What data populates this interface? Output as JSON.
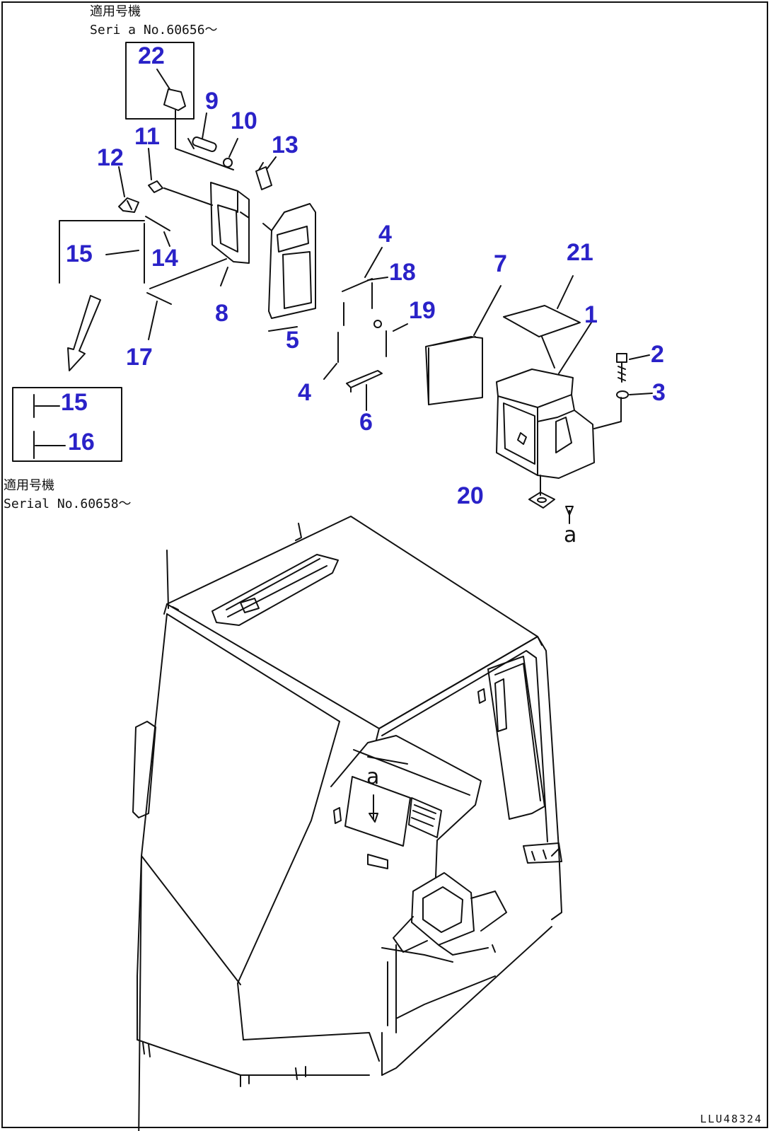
{
  "notes": {
    "serial_top_label": "適用号機",
    "serial_top_value": "Seri a  No.60656～",
    "serial_bottom_label": "適用号機",
    "serial_bottom_value": "Serial No.60658～"
  },
  "callouts": [
    "1",
    "2",
    "3",
    "4",
    "4",
    "5",
    "6",
    "7",
    "8",
    "9",
    "10",
    "11",
    "12",
    "13",
    "14",
    "15",
    "15",
    "16",
    "17",
    "18",
    "19",
    "20",
    "21",
    "22"
  ],
  "detail_letters": [
    "a",
    "a"
  ],
  "drawing_code": "LLU48324",
  "colors": {
    "callout": "#2a22c8",
    "line": "#111111",
    "background": "#ffffff"
  }
}
